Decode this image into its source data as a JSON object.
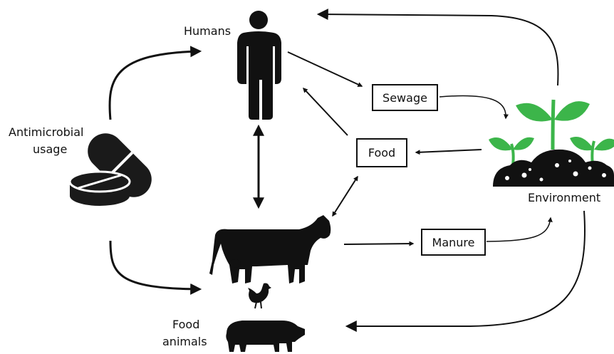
{
  "nodes": {
    "humans": "Humans",
    "antimicrobial_usage": [
      "Antimicrobial",
      "usage"
    ],
    "food_animals": [
      "Food",
      "animals"
    ],
    "environment": "Environment"
  },
  "boxes": {
    "sewage": "Sewage",
    "food": "Food",
    "manure": "Manure"
  },
  "icons": {
    "humans": "person-icon",
    "antimicrobial": "pills-icon",
    "cow": "cow-icon",
    "chicken": "chicken-icon",
    "pig": "pig-icon",
    "environment": "plants-soil-icon"
  },
  "colors": {
    "ink": "#111111",
    "plant_green": "#3cb54a"
  }
}
